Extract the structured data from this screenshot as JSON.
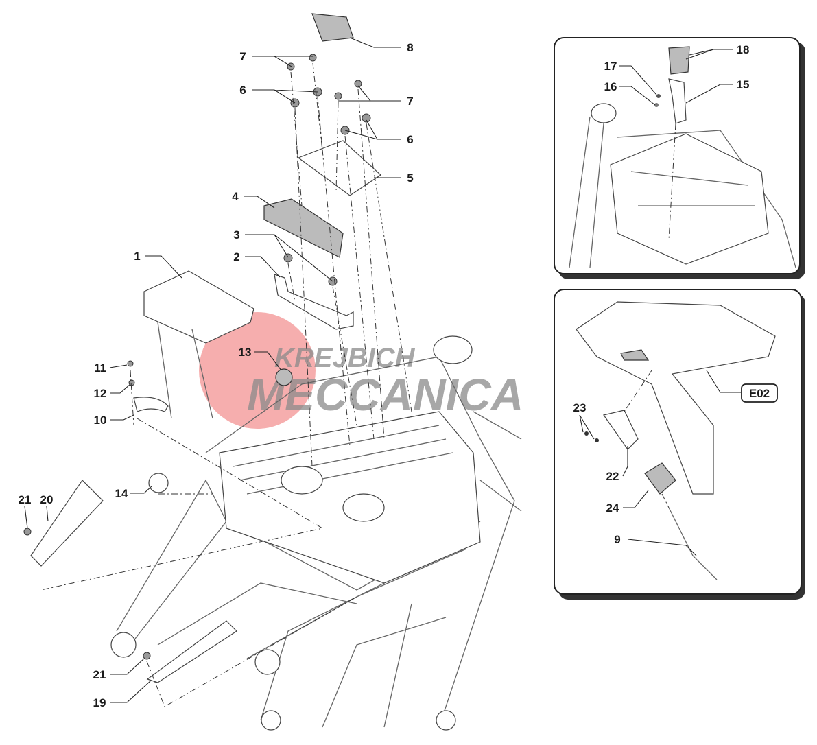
{
  "diagram": {
    "callouts": [
      "1",
      "2",
      "3",
      "4",
      "5",
      "6",
      "6",
      "7",
      "7",
      "8",
      "10",
      "11",
      "12",
      "13",
      "14",
      "19",
      "20",
      "21",
      "21"
    ],
    "inset_top": {
      "callouts": [
        "15",
        "16",
        "17",
        "18"
      ]
    },
    "inset_bottom": {
      "callouts": [
        "9",
        "22",
        "23",
        "24"
      ],
      "reference_tag": "E02"
    },
    "watermark": {
      "line1": "KREJBICH",
      "line2": "MECCANICA",
      "color": "#e57373"
    }
  }
}
